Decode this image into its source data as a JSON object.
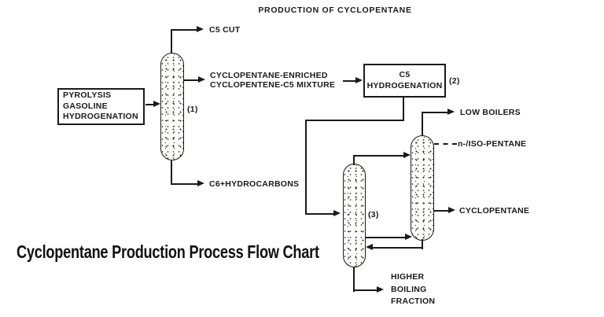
{
  "colors": {
    "ink": "#1a1a1a",
    "paper": "#ffffff"
  },
  "figure": {
    "title": "PRODUCTION OF CYCLOPENTANE",
    "caption": "Cyclopentane Production Process Flow Chart"
  },
  "units": {
    "feed_box": {
      "label": "PYROLYSIS\nGASOLINE\nHYDROGENATION"
    },
    "column_1": {
      "tag": "(1)"
    },
    "hydrogenation_box": {
      "label": "C5\nHYDROGENATION",
      "tag": "(2)"
    },
    "column_3": {
      "tag": "(3)"
    }
  },
  "streams": {
    "c5_cut": "C5 CUT",
    "enriched_mixture": "CYCLOPENTANE-ENRICHED\nCYCLOPENTENE-C5 MIXTURE",
    "c6_hydrocarbons": "C6+HYDROCARBONS",
    "low_boilers": "LOW BOILERS",
    "n_iso_pentane": "n-/ISO-PENTANE",
    "cyclopentane": "CYCLOPENTANE",
    "higher_boiling_fraction": "HIGHER\nBOILING\nFRACTION"
  }
}
